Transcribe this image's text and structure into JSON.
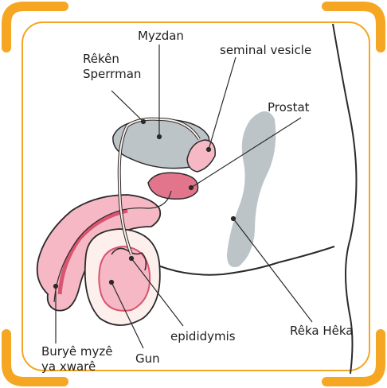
{
  "labels": {
    "bladder": "Myzdan",
    "vas_deferens_line1": "Rêkên",
    "vas_deferens_line2": "Sperrman",
    "seminal_vesicle": "seminal vesicle",
    "prostate": "Prostat",
    "urethra_line1": "Buryê myzê",
    "urethra_line2": "ya xwarê",
    "testis": "Gun",
    "epididymis": "epididymis",
    "rectum": "Rêka Hêka"
  },
  "colors": {
    "frame_orange": "#f5a623",
    "organ_gray": "#bcc4c8",
    "tissue_pink": "#f5b8c4",
    "tissue_pink_dark": "#d9546f",
    "outline": "#2a2a2a",
    "skin_fill": "#fdf0ec"
  }
}
